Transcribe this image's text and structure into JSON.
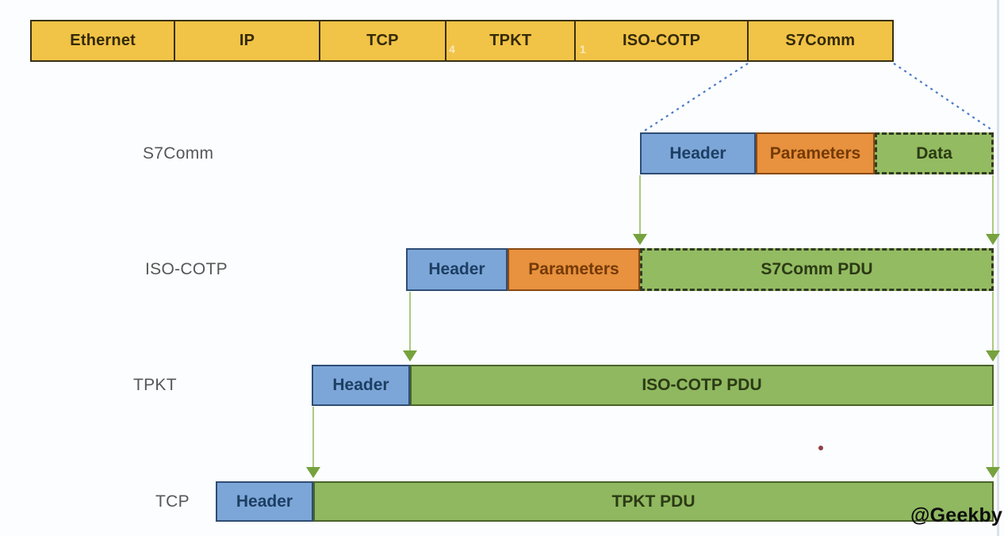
{
  "top_bar": {
    "segments": [
      {
        "label": "Ethernet"
      },
      {
        "label": "IP"
      },
      {
        "label": "TCP"
      },
      {
        "label": "TPKT"
      },
      {
        "label": "ISO-COTP"
      },
      {
        "label": "S7Comm"
      }
    ],
    "faint_digits": [
      {
        "text": "4"
      },
      {
        "text": "1"
      }
    ]
  },
  "rows": [
    {
      "label": "S7Comm",
      "boxes": [
        {
          "label": "Header"
        },
        {
          "label": "Parameters"
        },
        {
          "label": "Data"
        }
      ]
    },
    {
      "label": "ISO-COTP",
      "boxes": [
        {
          "label": "Header"
        },
        {
          "label": "Parameters"
        },
        {
          "label": "S7Comm PDU"
        }
      ]
    },
    {
      "label": "TPKT",
      "boxes": [
        {
          "label": "Header"
        },
        {
          "label": "ISO-COTP PDU"
        }
      ]
    },
    {
      "label": "TCP",
      "boxes": [
        {
          "label": "Header"
        },
        {
          "label": "TPKT PDU"
        }
      ]
    }
  ],
  "watermark": "@Geekby",
  "colors": {
    "bar_yellow": "#F1C347",
    "header_blue": "#7DA6D8",
    "parameters_orange": "#E8913E",
    "payload_green": "#8FB860",
    "arrow_green": "#76A23E",
    "dotted_blue": "#4A7CC7"
  }
}
